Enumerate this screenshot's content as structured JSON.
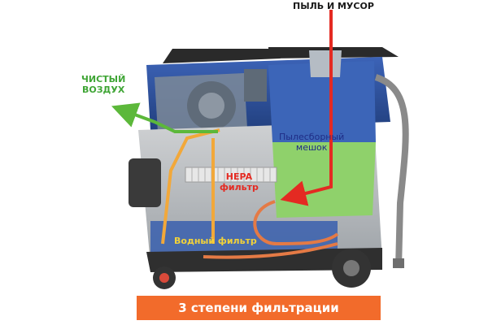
{
  "labels": {
    "dust_and_debris": "ПЫЛЬ И МУСОР",
    "clean_air_line1": "ЧИСТЫЙ",
    "clean_air_line2": "ВОЗДУХ",
    "bag_line1": "Пылесборный",
    "bag_line2": "мешок",
    "hepa_line1": "HEPA",
    "hepa_line2": "фильтр",
    "water_filter": "Водный фильтр"
  },
  "banner": {
    "text": "3 степени фильтрации"
  },
  "colors": {
    "dust_flow": "#e42a22",
    "clean_air_flow": "#5cb83a",
    "intermediate_flow": "#f2a83a",
    "bag": "#8fd16b",
    "body_blue": "#2c4e9a",
    "banner": "#f26b2b"
  }
}
